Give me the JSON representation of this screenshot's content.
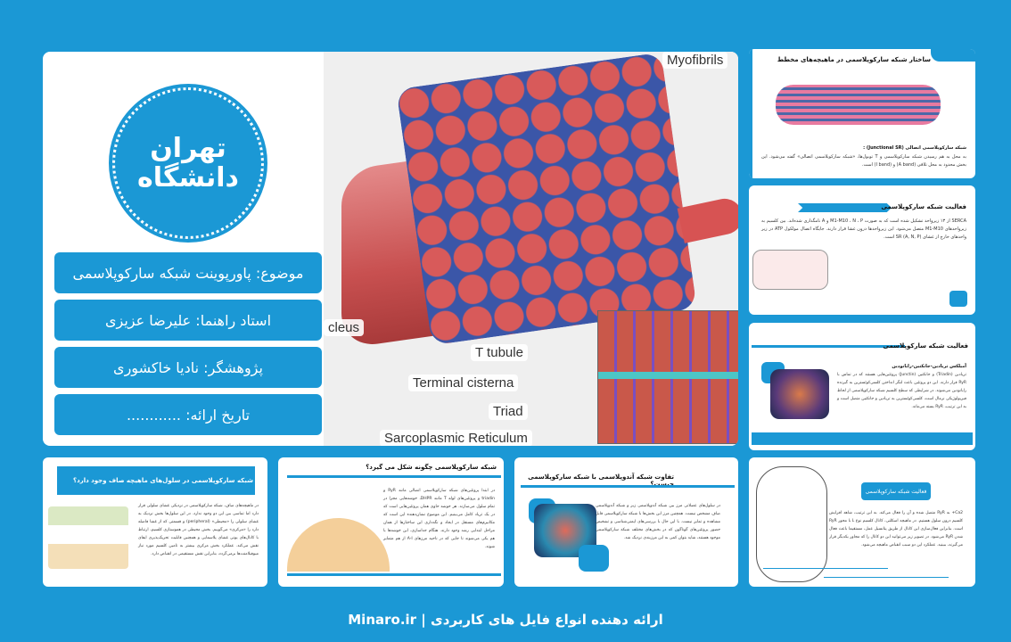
{
  "main": {
    "logo_text": [
      "تهران",
      "دانشگاه"
    ],
    "info": [
      "موضوع: پاورپوینت شبکه سارکوپلاسمی",
      "استاد راهنما: علیرضا عزیزی",
      "پژوهشگر: نادیا خاکشوری",
      "تاریخ ارائه: ............"
    ],
    "labels": {
      "myofibrils": "Myofibrils",
      "nucleus": "cleus",
      "t_tubule": "T tubule",
      "terminal": "Terminal cisterna",
      "triad": "Triad",
      "sr": "Sarcoplasmic Reticulum"
    }
  },
  "thumbs": {
    "t1": {
      "title": "ساختار شبکه سارکوپلاسمی در ماهیچه‌های مخطط",
      "sub": "شبکه سارکوپلاسمی اتصالی (Junctional SR) :",
      "body": "به محل به هم رسیدن شبکه سارکوپلاسمی و T توبول‌ها، «شبکه سارکوپلاسمی اتصالی» گفته می‌شود. این بخش محدود به محل تلاقی (A band) و (I band) است."
    },
    "t2": {
      "title": "فعالیت شبکه سارکوپلاسمی",
      "body": "SERCA از ۱۳ زیرواحد تشکیل شده است که به صورت M1-M10 ، N ، P و A نامگذاری شده‌اند. بین کلسیم به زیرواحدهای M1-M10 متصل می‌شود. این زیرواحدها درون غشا قرار دارند. جایگاه اتصال مولکول ATP در زیر واحدهای خارج از غشای SR (A, N, P) است."
    },
    "t3": {
      "title": "فعالیت شبکه سارکوپلاسمی",
      "sub": "آمیلکس تریادین-جانکتین-رایانودین",
      "body": "تریادین (Triadin) و جانکتین (Junctin) پروتئین‌هایی هستند که در تماس با RyR قرار دارند. این دو پروتئین باعث لنگر انداختن کلسی‌کوئسترین به گیرنده رایانودین می‌شوند. در شرایطی که سطح کلسیم شبکه سارکوپلاسمی از لحاظ فیزیولوژیکی نرمال است، کلسی‌کوئسترین به تریادین و جانکتین متصل است و به این ترتیب، RyR بسته می‌ماند."
    },
    "t4": {
      "title": "فعالیت شبکه سارکوپلاسمی",
      "body": "Ca2+ به RyR متصل شده و آن را فعال می‌کند. به این ترتیب، شاهد افزایش کلسیم درون سلول هستیم. در ماهیچه اسکلتی، کانال کلسیم نوع L با محور RyR است. بنابراین فعال‌سازی این کانال از طریق پتانسیل عمل، مستقیما باعث فعال شدن RyR می‌شود. در تصویر زیر می‌توانید این دو کانال را که مجاور یکدیگر قرار می‌گیرند، ببینید. عملکرد این دو سبب انقباض ماهیچه می‌شود."
    },
    "t5": {
      "title": "شبکه سارکوپلاسمی در سلول‌های ماهیچه صاف وجود دارد؟",
      "body": "در ماهیچه‌های صاف، شبکه سارکوپلاسمی در نزدیکی غشای سلولی قرار دارد اما تماسی بین این دو وجود ندارد. در این سلول‌ها بخش نزدیک به غشای سلولی را «محیطی» (peripheral) و قسمتی که از غشا فاصله دارد را «مرکزی» می‌گوییم. بخش محیطی در هموستازی کلسیم، ارتباط با کانال‌های یونی غشای پلاسمایی و همچنین قابلیت تحریک‌پذیری ایفای نقش می‌کند. عملکرد بخش مرکزی بیشتر به تامین کلسیم مورد نیاز میوفیلامنت‌ها برمی‌گردد، بنابراین نقش مستقیمی در انقباض دارد."
    },
    "t6": {
      "title": "شبکه سارکوپلاسمی چگونه شکل می گیرد؟",
      "body": "در ابتدا پروتئین‌های شبکه سارکوپلاسمی اتصالی مانند RyR و triadin و پروتئین‌های لوله T مانند DHPR، خوشه‌هایی مجزا در تمام سلول می‌سازند. هر خوشه حاوی همان پروتئین‌هایی است که در یک تریاد کامل می‌بینیم. این موضوع نشان‌دهنده این است که مکانیزم‌های مستقل در ایجاد و نگه‌داری این ساختارها از همان مراحل ابتدایی رشد وجود دارند. هنگام جداسازی، این خوشه‌ها با هم یکی می‌شوند تا جایی که در ناحیه مرزهای A-I از هم متمایز شوند."
    },
    "t7": {
      "title": "تفاوت شبکه آندوپلاسمی با شبکه سارکوپلاسمی چیست؟",
      "body": "در سلول‌های عضلانی مرز بین شبکه آندوپلاسمی زبر و شبکه آندوپلاسمی صاف مشخص نیست. همچنین مرز این بخش‌ها با شبکه سارکوپلاسمی قابل مشاهده و تمایز نیست. با این حال با بررسی‌های ایمنی‌شناسی و تشخیص حضور پروتئین‌های گوناگون که در بخش‌های مختلف شبکه سارکوپلاسمی موجود هستند، شاید بتوان کمی به این مرزبندی نزدیک شد."
    }
  },
  "footer": {
    "site": "Minaro.ir",
    "sep": "|",
    "text": "ارائه دهنده انواع فایل های کاربردی"
  },
  "colors": {
    "brand": "#1b98d5"
  }
}
